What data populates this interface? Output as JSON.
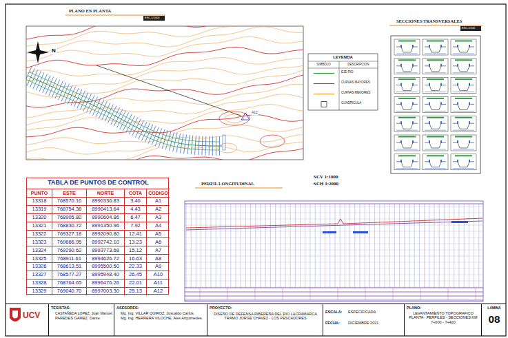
{
  "diagram": {
    "nodes": [
      {
        "text": [
          "LEYENDA",
          "SIMBOLO",
          "DESCRIPCION"
        ]
      },
      {
        "text": [
          "TABLA DE PUNTOS DE CONTROL"
        ]
      },
      {
        "text": [
          "TESISTAS:",
          "CASTAÑEDA LOPEZ, Juan Manuel.",
          "PAREDES GAMEZ, Dante."
        ]
      },
      {
        "text": [
          "ASESORES:",
          "Mg. Ing. VILLAR QUIROZ, Josualdo Carlos.",
          "Mg. Ing. HERRERA VILOCHE, Alex Arquimedes."
        ]
      },
      {
        "text": [
          "PROYECTO:",
          "DISEÑO DE DEFENSA RIBEREÑA DEL RIO LACRAMARCA TRAMO JORGE CHAVEZ - LOS PESCADORES"
        ]
      },
      {
        "text": [
          "ESCALA:",
          "ESPECIFICADA",
          "FECHA:",
          "DICIEMBRE 2021"
        ]
      },
      {
        "text": [
          "PLANO:",
          "LEVANTAMIENTO TOPOGRAFICO PLANTA - PERFILES - SECCIONES KM 7+000 - 7+420"
        ]
      },
      {
        "text": [
          "LÁMINA",
          "08"
        ]
      }
    ],
    "labels": [
      "PLANO EN PLANTA",
      "ESC.1/1000",
      "N",
      "A12",
      "SECCIONES TRANSVERSALES",
      "ESC.1/100",
      "PERFIL LONGITUDINAL",
      "SCV 1:1000",
      "SCH 1:2000",
      "UCV",
      "PUNTO",
      "ESTE",
      "NORTE",
      "COTA",
      "CODIGO",
      "13318",
      "768570.10",
      "8990336.83",
      "3.40",
      "A1",
      "13319",
      "768754.38",
      "8990413.64",
      "4.43",
      "A2",
      "13320",
      "768905.80",
      "8990604.86",
      "6.47",
      "A3",
      "13321",
      "768830.72",
      "8991350.96",
      "7.92",
      "A4",
      "13322",
      "769327.18",
      "8992090.80",
      "12.41",
      "A5",
      "13323",
      "769666.95",
      "8992742.10",
      "13.23",
      "A6",
      "13324",
      "769290.62",
      "8993773.68",
      "15.12",
      "A7",
      "13325",
      "768911.61",
      "8994626.72",
      "16.63",
      "A8",
      "13326",
      "768613.51",
      "8995500.50",
      "22.33",
      "A9",
      "13327",
      "768577.27",
      "8995948.40",
      "26.45",
      "A10",
      "13328",
      "768764.65",
      "8996476.26",
      "22.01",
      "A11",
      "13329",
      "769040.70",
      "8997003.30",
      "25.13",
      "A12"
    ],
    "legend": [
      {
        "text": "EJE RIO"
      },
      {
        "text": "CURVAS MAYORES"
      },
      {
        "text": "CURVAS MENORES"
      },
      {
        "text": "CUADRICULA"
      }
    ]
  }
}
